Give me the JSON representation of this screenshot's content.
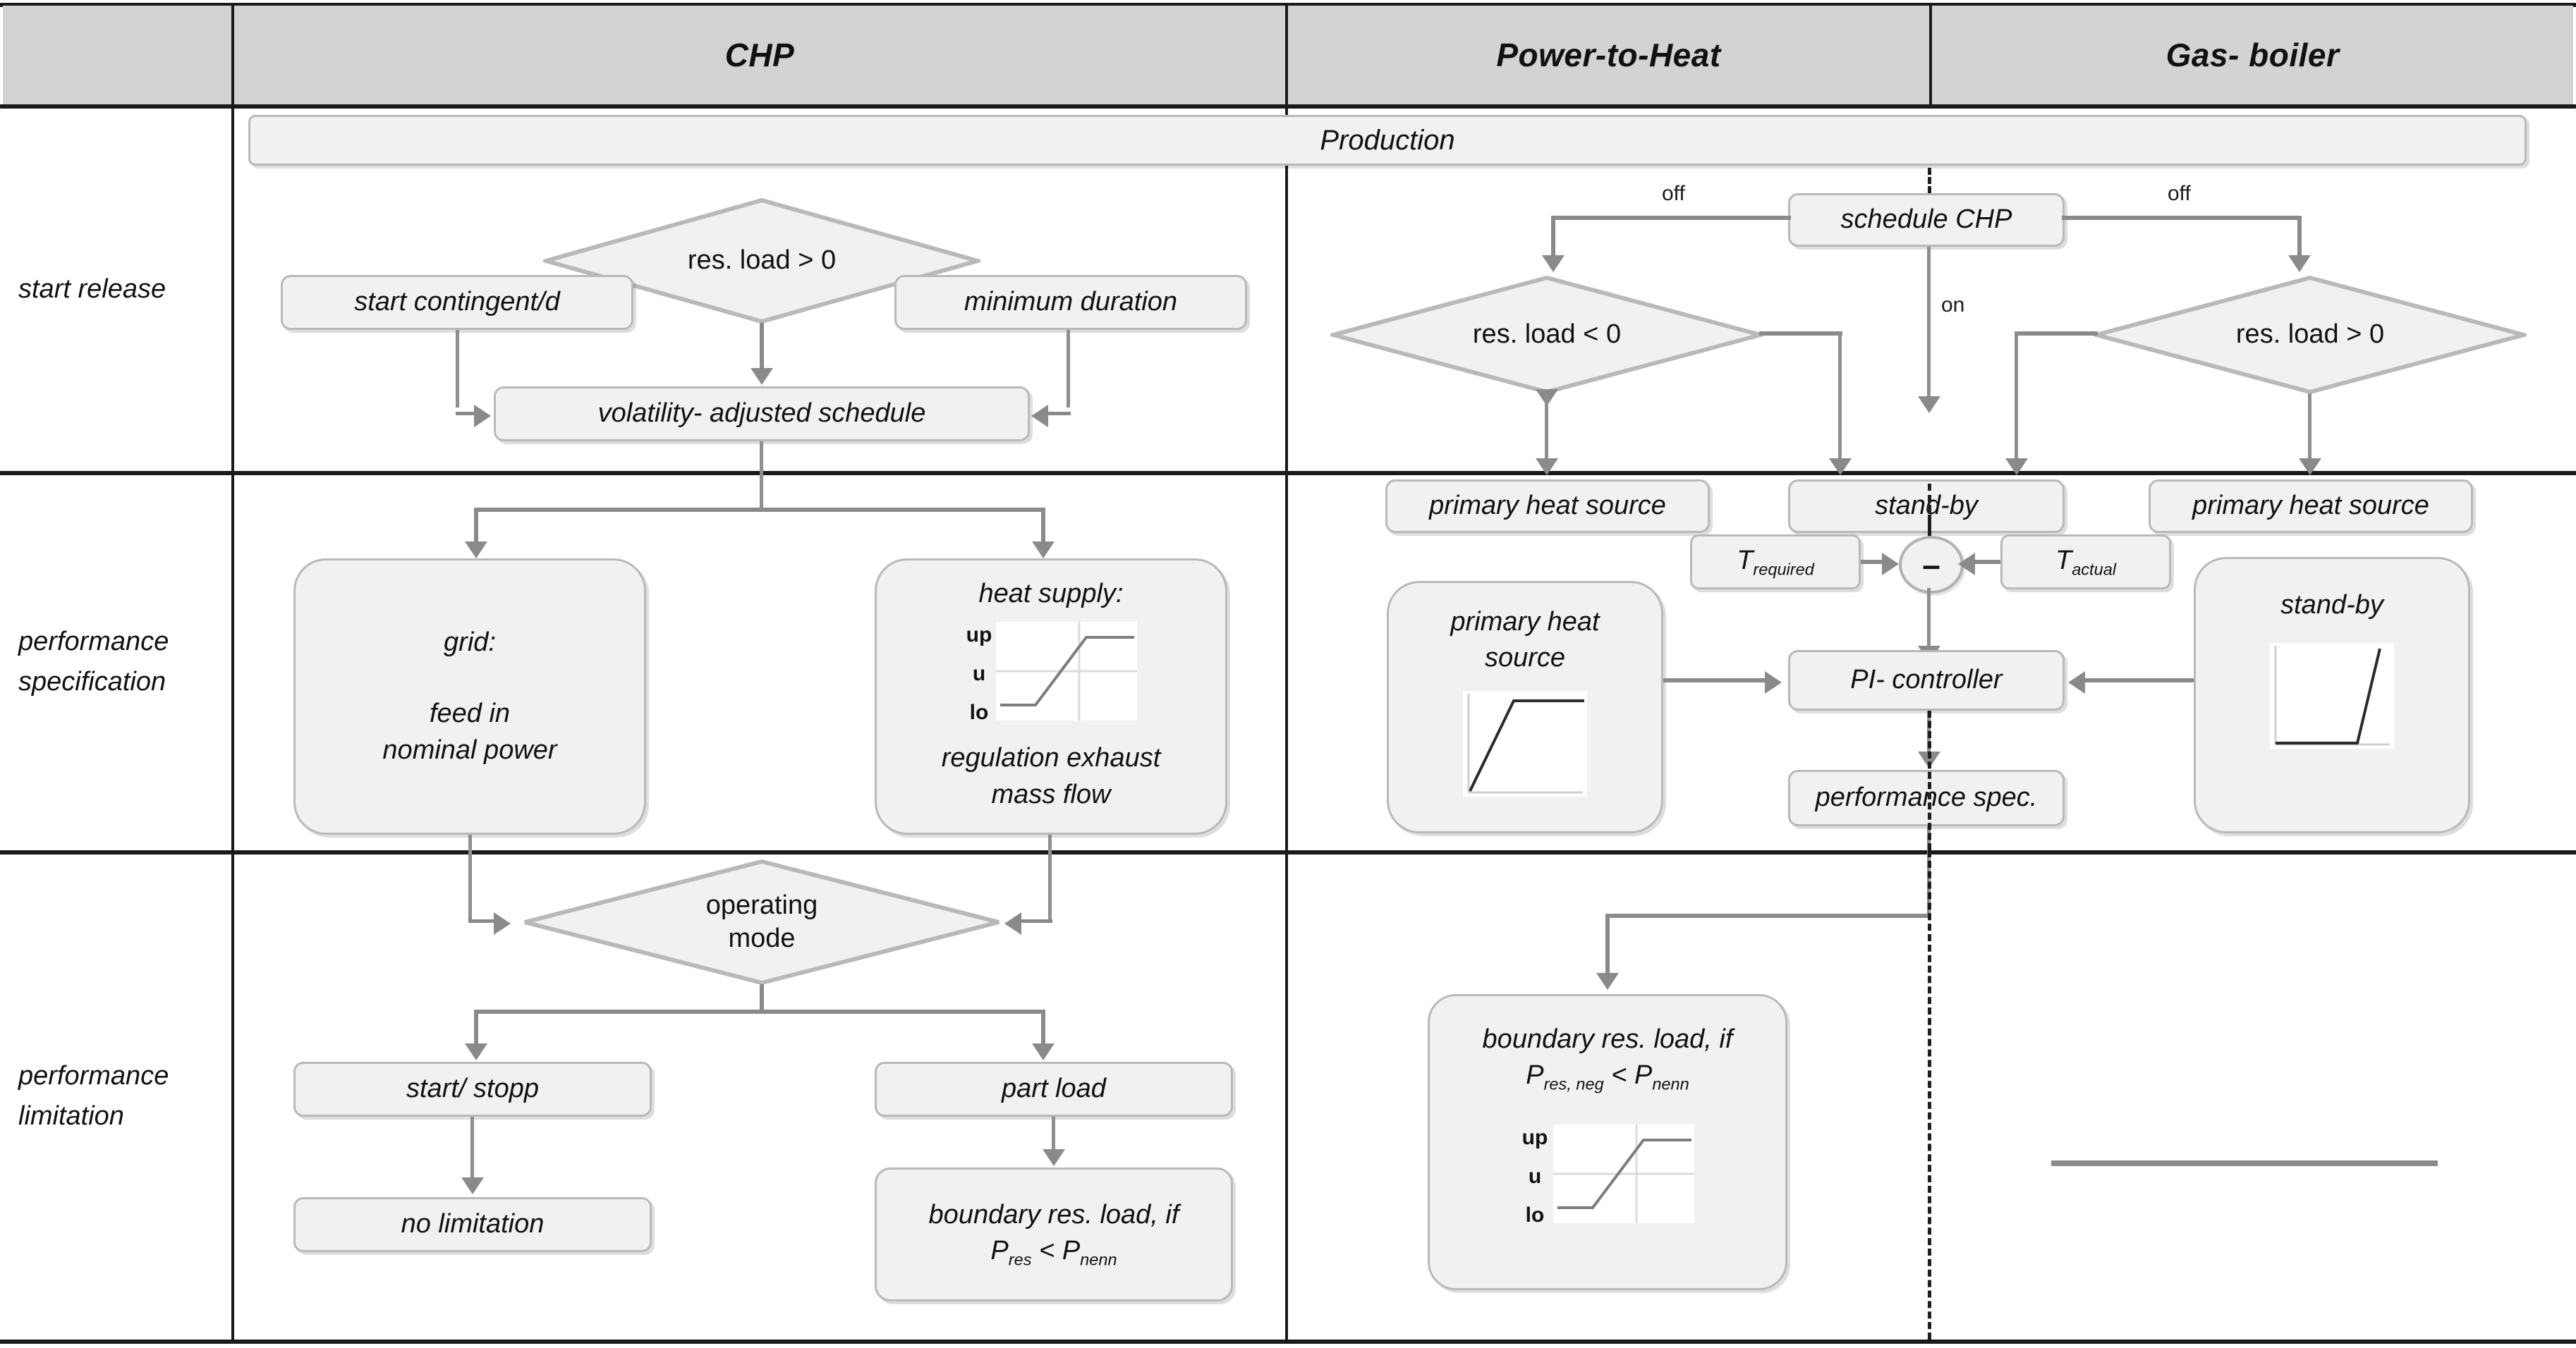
{
  "table": {
    "columns": [
      {
        "key": "rowlabels",
        "label": ""
      },
      {
        "key": "chp",
        "label": "CHP"
      },
      {
        "key": "pth",
        "label": "Power-to-Heat"
      },
      {
        "key": "gas",
        "label": "Gas- boiler"
      }
    ],
    "rows": [
      {
        "key": "start_release",
        "label_line1": "start release",
        "label_line2": ""
      },
      {
        "key": "performance_specification",
        "label_line1": "performance",
        "label_line2": "specification"
      },
      {
        "key": "performance_limitation",
        "label_line1": "performance",
        "label_line2": "limitation"
      }
    ]
  },
  "banner": {
    "production": "Production"
  },
  "chp": {
    "start_release": {
      "decision_res_load": "res. load > 0",
      "start_contingent": "start contingent/d",
      "minimum_duration": "minimum duration",
      "volatility_schedule": "volatility- adjusted schedule"
    },
    "performance_specification": {
      "grid_title": "grid:",
      "grid_line1": "feed in",
      "grid_line2": "nominal power",
      "heat_supply_title": "heat supply:",
      "heat_supply_line1": "regulation exhaust",
      "heat_supply_line2": "mass flow",
      "chart_labels": {
        "up": "up",
        "u": "u",
        "lo": "lo"
      }
    },
    "performance_limitation": {
      "operating_mode_line1": "operating",
      "operating_mode_line2": "mode",
      "start_stopp": "start/ stopp",
      "part_load": "part load",
      "no_limitation": "no limitation",
      "boundary_line1": "boundary res. load, if",
      "boundary_p_main": "P",
      "boundary_p_sub": "res",
      "boundary_op": " < ",
      "boundary_p2_main": "P",
      "boundary_p2_sub": "nenn"
    }
  },
  "pth": {
    "start_release": {
      "schedule_chp": "schedule CHP",
      "label_off_left": "off",
      "label_off_right": "off",
      "label_on": "on",
      "decision_left": "res. load < 0",
      "decision_right": "res. load > 0",
      "primary_heat_source_left": "primary heat source",
      "stand_by": "stand-by",
      "primary_heat_source_right": "primary heat source"
    },
    "performance_specification": {
      "t_required_main": "T",
      "t_required_sub": "required",
      "t_actual_main": "T",
      "t_actual_sub": "actual",
      "sum_operator": "–",
      "primary_heat_line1": "primary heat",
      "primary_heat_line2": "source",
      "pi_controller": "PI- controller",
      "performance_spec": "performance spec.",
      "stand_by": "stand-by"
    },
    "performance_limitation": {
      "boundary_line1": "boundary res. load, if",
      "boundary_p_main": "P",
      "boundary_p_sub": "res, neg",
      "boundary_op": " < ",
      "boundary_p2_main": "P",
      "boundary_p2_sub": "nenn",
      "chart_labels": {
        "up": "up",
        "u": "u",
        "lo": "lo"
      }
    }
  },
  "gas": {
    "performance_limitation": {
      "placeholder_dash": ""
    }
  },
  "colors": {
    "header_fill": "#d3d3d3",
    "node_fill": "#f1f1f1",
    "node_border": "#b9b9b9",
    "connector": "#8a8a8a",
    "frame": "#1a1a1a",
    "chart_line": "#6e6e6e",
    "chart_line_dark": "#2b2b2b"
  }
}
